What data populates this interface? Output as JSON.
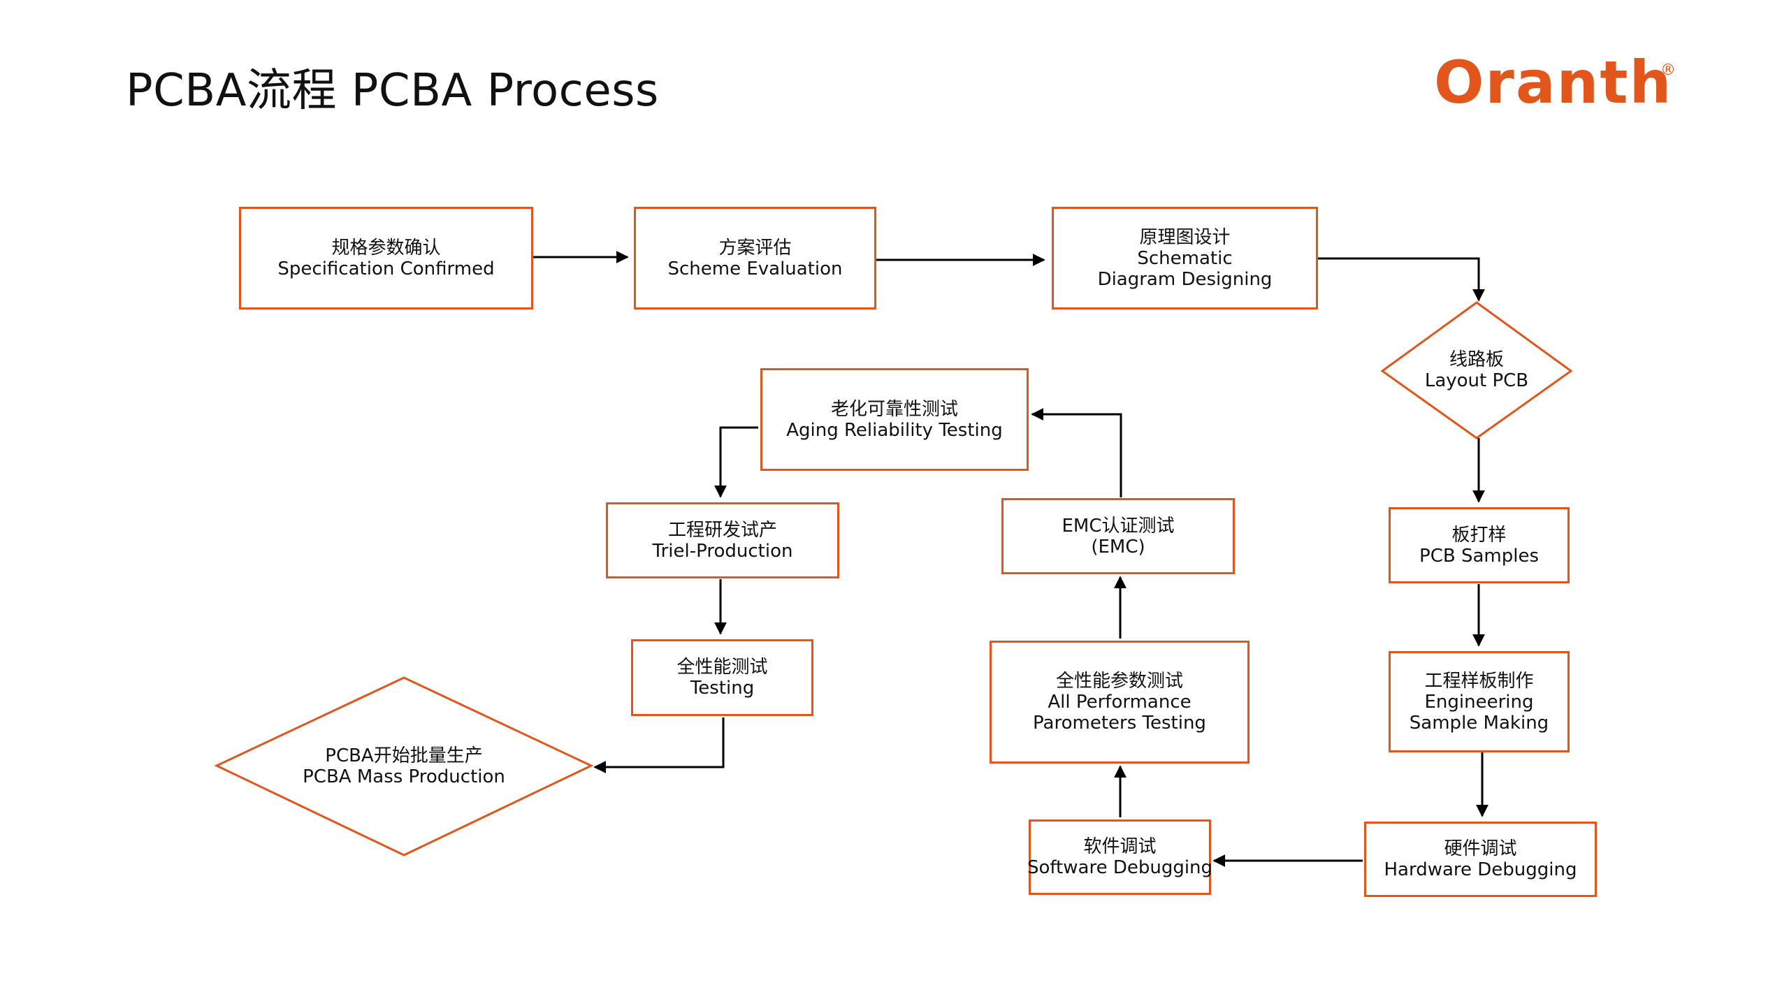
{
  "title": "PCBA流程  PCBA Process",
  "logo": {
    "text": "Oranth",
    "mark": "®",
    "color": "#e2561c"
  },
  "colors": {
    "node_border": "#e2561c",
    "arrow": "#000000",
    "text": "#111111"
  },
  "nodes": {
    "spec": {
      "zh": "规格参数确认",
      "en": "Specification Confirmed"
    },
    "scheme": {
      "zh": "方案评估",
      "en": "Scheme Evaluation"
    },
    "schematic": {
      "zh": "原理图设计",
      "en1": "Schematic",
      "en2": "Diagram Designing"
    },
    "layout": {
      "zh": "线路板",
      "en": "Layout PCB"
    },
    "pcb_samples": {
      "zh": "板打样",
      "en": "PCB Samples"
    },
    "eng_sample": {
      "zh": "工程样板制作",
      "en1": "Engineering",
      "en2": "Sample Making"
    },
    "hw_debug": {
      "zh": "硬件调试",
      "en": "Hardware Debugging"
    },
    "sw_debug": {
      "zh": "软件调试",
      "en": "Software Debugging"
    },
    "all_perf": {
      "zh": "全性能参数测试",
      "en1": "All Performance",
      "en2": "Parometers Testing"
    },
    "emc": {
      "zh": "EMC认证测试",
      "en": "(EMC)"
    },
    "aging": {
      "zh": "老化可靠性测试",
      "en": "Aging Reliability Testing"
    },
    "trial": {
      "zh": "工程研发试产",
      "en": "Triel-Production"
    },
    "testing": {
      "zh": "全性能测试",
      "en": "Testing"
    },
    "mass": {
      "zh": "PCBA开始批量生产",
      "en": "PCBA Mass Production"
    }
  }
}
